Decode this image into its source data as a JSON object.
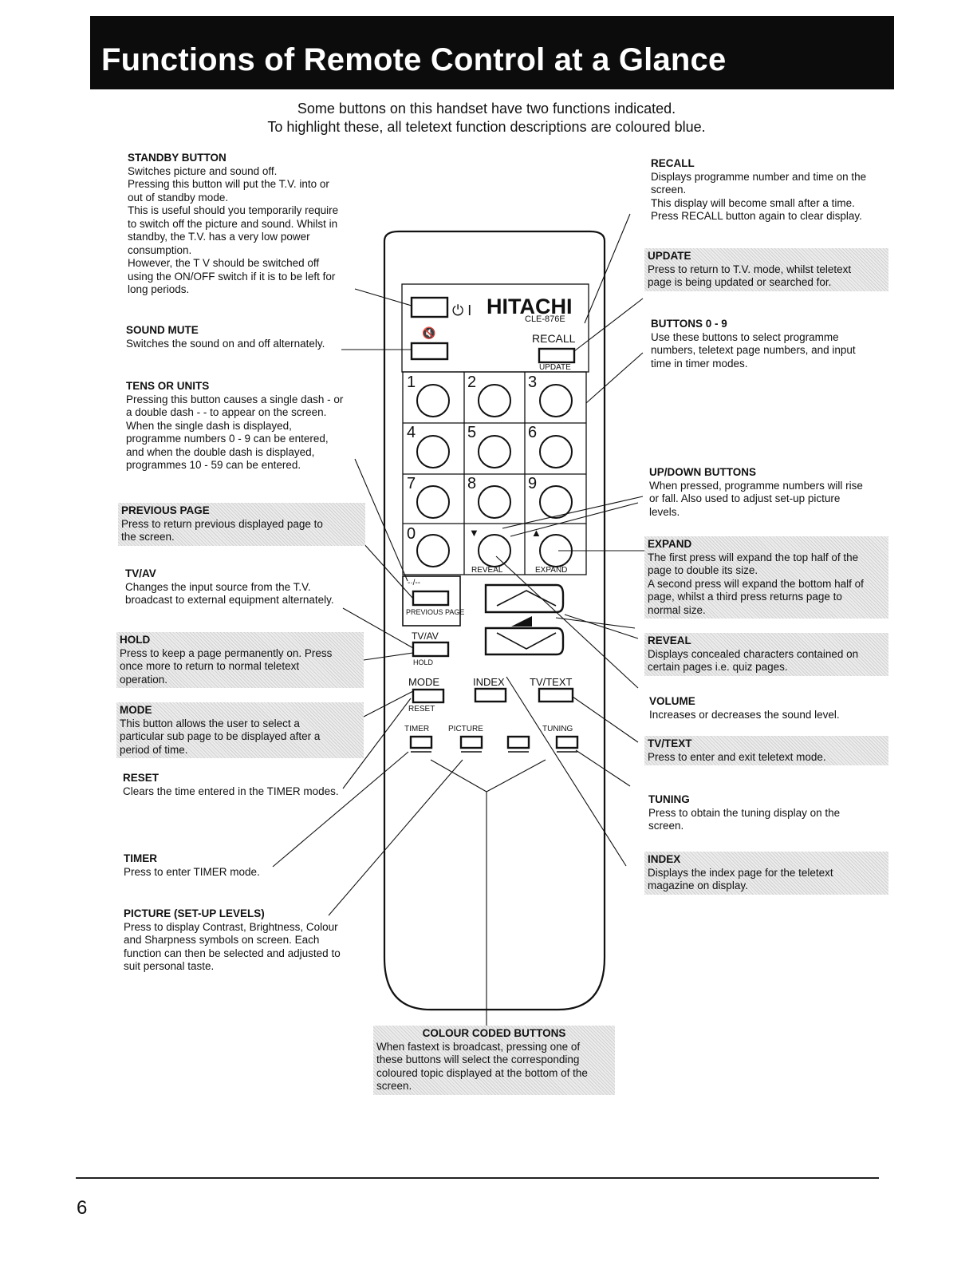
{
  "header": {
    "title": "Functions of Remote Control at a Glance"
  },
  "intro": {
    "line1": "Some buttons on this handset have two functions indicated.",
    "line2": "To highlight these, all teletext function descriptions are coloured blue."
  },
  "remote": {
    "brand": "HITACHI",
    "model": "CLE-876E",
    "standby_symbol": "⏻ I",
    "mute_symbol": "🔇",
    "recall": "RECALL",
    "update": "UPDATE",
    "digits": [
      "1",
      "2",
      "3",
      "4",
      "5",
      "6",
      "7",
      "8",
      "9",
      "0"
    ],
    "reveal": "REVEAL",
    "expand": "EXPAND",
    "down_arrow": "▼",
    "up_arrow": "▲",
    "dash": "-·/--",
    "previous_page": "PREVIOUS PAGE",
    "tv_av": "TV/AV",
    "hold": "HOLD",
    "mode": "MODE",
    "index": "INDEX",
    "tv_text": "TV/TEXT",
    "reset": "RESET",
    "timer": "TIMER",
    "picture": "PICTURE",
    "tuning": "TUNING"
  },
  "left": {
    "standby": {
      "heading": "STANDBY BUTTON",
      "lines": [
        "Switches picture and sound off.",
        "Pressing this button will put the T.V. into or",
        "out of standby mode.",
        "This is useful should you temporarily require",
        "to switch off the picture and sound. Whilst in",
        "standby, the T.V. has a very low power",
        "consumption.",
        "However, the T V should be switched off",
        "using the ON/OFF switch if it is to be left for",
        "long periods."
      ]
    },
    "mute": {
      "heading": "SOUND MUTE",
      "lines": [
        "Switches the sound on and off alternately."
      ]
    },
    "tens": {
      "heading": "TENS OR UNITS",
      "lines": [
        "Pressing this button causes a single dash - or",
        "a double dash - - to appear on the screen.",
        "When the single dash is displayed,",
        "programme numbers 0 - 9 can be entered,",
        "and when the double dash is displayed,",
        "programmes 10 - 59 can be entered."
      ]
    },
    "previous": {
      "heading": "PREVIOUS PAGE",
      "lines": [
        "Press to return previous displayed page to",
        "the screen."
      ]
    },
    "tvav": {
      "heading": "TV/AV",
      "lines": [
        "Changes the input source from the T.V.",
        "broadcast to external equipment alternately."
      ]
    },
    "hold": {
      "heading": "HOLD",
      "lines": [
        "Press to keep a page permanently on. Press",
        "once more to return to normal teletext",
        "operation."
      ]
    },
    "mode": {
      "heading": "MODE",
      "lines": [
        "This button allows the user to select a",
        "particular sub page to be displayed after a",
        "period of time."
      ]
    },
    "reset": {
      "heading": "RESET",
      "lines": [
        "Clears the time entered in the TIMER modes."
      ]
    },
    "timer": {
      "heading": "TIMER",
      "lines": [
        "Press to enter TIMER mode."
      ]
    },
    "picture": {
      "heading": "PICTURE (SET-UP LEVELS)",
      "lines": [
        "Press to display Contrast, Brightness, Colour",
        "and Sharpness symbols on screen. Each",
        "function can then be selected and adjusted to",
        "suit personal taste."
      ]
    }
  },
  "right": {
    "recall": {
      "heading": "RECALL",
      "lines": [
        "Displays programme number and time on the",
        "screen.",
        "This display will become small after a time.",
        "Press RECALL button again to clear display."
      ]
    },
    "update": {
      "heading": "UPDATE",
      "lines": [
        "Press to return to T.V. mode, whilst teletext",
        "page is being updated or searched for."
      ]
    },
    "buttons": {
      "heading": "BUTTONS 0 - 9",
      "lines": [
        "Use these buttons to select programme",
        "numbers, teletext page numbers, and input",
        "time in timer modes."
      ]
    },
    "updown": {
      "heading": "UP/DOWN BUTTONS",
      "lines": [
        "When pressed, programme numbers will rise",
        "or fall. Also used to adjust set-up picture",
        "levels."
      ]
    },
    "expand": {
      "heading": "EXPAND",
      "lines": [
        "The first press will expand the top half of the",
        "page to double its size.",
        "A second press will expand the bottom half of",
        "page, whilst a third press returns page to",
        "normal size."
      ]
    },
    "reveal": {
      "heading": "REVEAL",
      "lines": [
        "Displays concealed characters contained on",
        "certain pages i.e. quiz pages."
      ]
    },
    "volume": {
      "heading": "VOLUME",
      "lines": [
        "Increases or decreases the sound level."
      ]
    },
    "tvtext": {
      "heading": "TV/TEXT",
      "lines": [
        "Press to enter and exit teletext mode."
      ]
    },
    "tuning": {
      "heading": "TUNING",
      "lines": [
        "Press to obtain the tuning display on the",
        "screen."
      ]
    },
    "index": {
      "heading": "INDEX",
      "lines": [
        "Displays the index page for the teletext",
        "magazine on display."
      ]
    }
  },
  "bottom": {
    "colour": {
      "heading": "COLOUR CODED BUTTONS",
      "lines": [
        "When fastext is broadcast, pressing one of",
        "these buttons will select the corresponding",
        "coloured topic displayed at the bottom of the",
        "screen."
      ]
    }
  },
  "page_number": "6"
}
